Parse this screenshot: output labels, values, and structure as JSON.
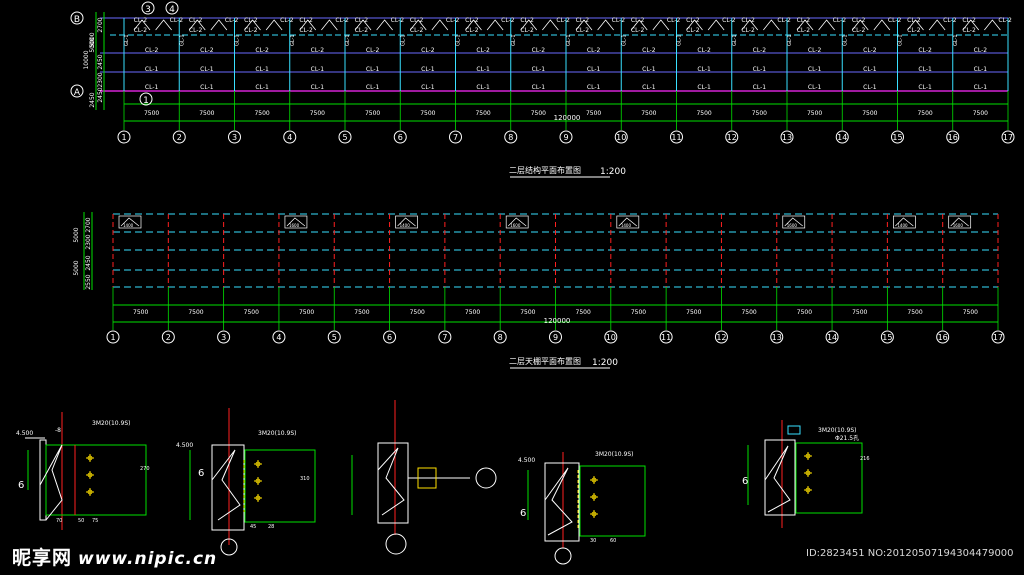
{
  "plan_top": {
    "title": "二层结构平面布置图",
    "scale": "1:200",
    "row_labels": [
      "B",
      "A"
    ],
    "left_dims": [
      "2700",
      "5000",
      "2450",
      "2300",
      "10000",
      "2450",
      "5000",
      "2450"
    ],
    "callouts": [
      "3",
      "4",
      "1"
    ],
    "bay_dim": "7500",
    "overall_dim": "120000",
    "axis_labels": [
      "1",
      "2",
      "3",
      "4",
      "5",
      "6",
      "7",
      "8",
      "9",
      "10",
      "11",
      "12",
      "13",
      "14",
      "15",
      "16",
      "17"
    ],
    "beam_labels": [
      "CL-2",
      "CL-1",
      "GL-1",
      "GL-2"
    ]
  },
  "plan_bottom": {
    "title": "二层天棚平面布置图",
    "scale": "1:200",
    "left_dims": [
      "2700",
      "2300",
      "5000",
      "2450",
      "2550",
      "5000"
    ],
    "bay_dim": "7500",
    "overall_dim": "120000",
    "axis_labels": [
      "1",
      "2",
      "3",
      "4",
      "5",
      "6",
      "7",
      "8",
      "9",
      "10",
      "11",
      "12",
      "13",
      "14",
      "15",
      "16",
      "17"
    ],
    "stair_labels": [
      "1400",
      "1600"
    ]
  },
  "details": {
    "elevation": "4.500",
    "bolt_labels": [
      "3M20(10.9S)",
      "3M20(10.9S)",
      "3M20(10.9S)",
      "3M20(10.9S)"
    ],
    "hole_note": "Φ21.5孔",
    "weld": "6",
    "plate": "-8",
    "small_dims": [
      "70",
      "50",
      "75",
      "45",
      "28",
      "30",
      "60",
      "270",
      "310",
      "216"
    ]
  },
  "watermark": {
    "brand": "昵享网",
    "url": "www.nipic.cn",
    "id": "ID:2823451 NO:20120507194304479000"
  },
  "colors": {
    "background": "#000000",
    "axis_green": "#00e000",
    "beam_magenta": "#ff2bff",
    "column_red": "#ff2020",
    "dim_cyan": "#39e0ff",
    "slab_blue": "#6a6aff",
    "text_white": "#ffffff",
    "bolt_yellow": "#ffe000"
  }
}
